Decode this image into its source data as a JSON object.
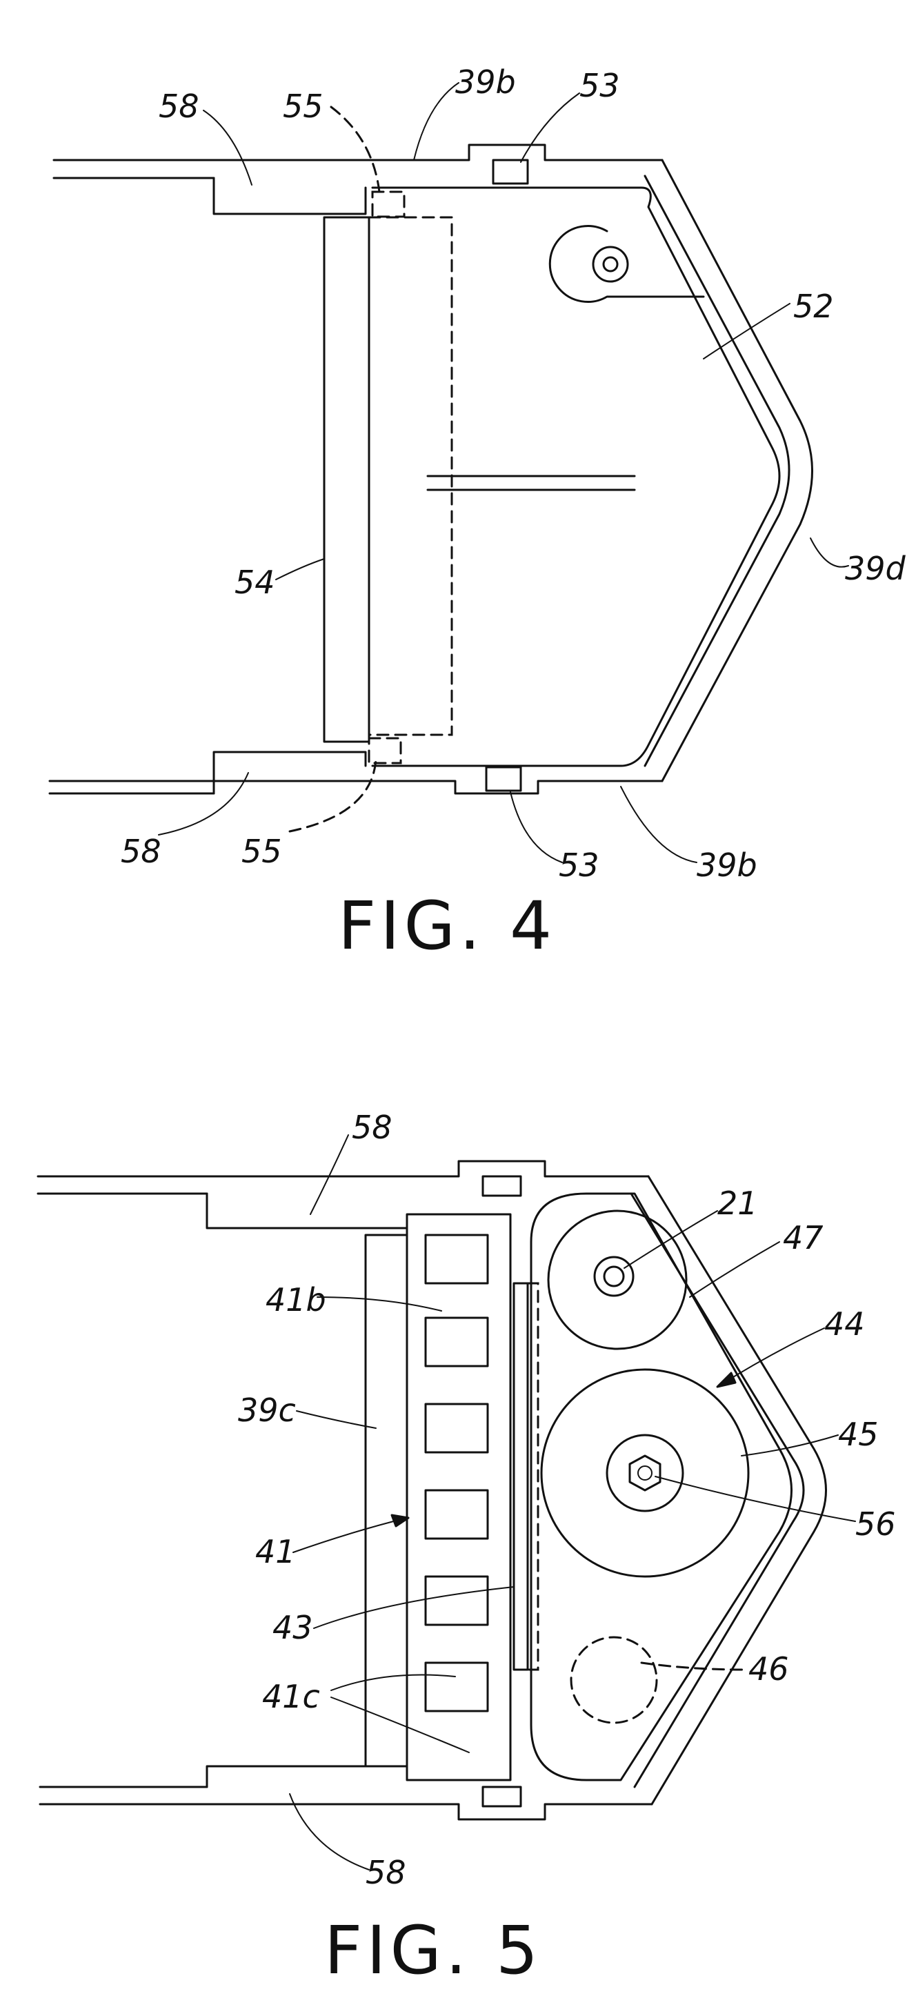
{
  "figures": [
    {
      "caption": "FIG. 4",
      "labels": {
        "l58_top": "58",
        "l55_top": "55",
        "l39b_top": "39b",
        "l53_top": "53",
        "l52": "52",
        "l39d": "39d",
        "l54": "54",
        "l58_bot": "58",
        "l55_bot": "55",
        "l53_bot": "53",
        "l39b_bot": "39b"
      }
    },
    {
      "caption": "FIG. 5",
      "labels": {
        "l58_top": "58",
        "l21": "21",
        "l47": "47",
        "l41b": "41b",
        "l44": "44",
        "l39c": "39c",
        "l45": "45",
        "l56": "56",
        "l41": "41",
        "l43": "43",
        "l46": "46",
        "l41c": "41c",
        "l58_bot": "58"
      }
    }
  ]
}
